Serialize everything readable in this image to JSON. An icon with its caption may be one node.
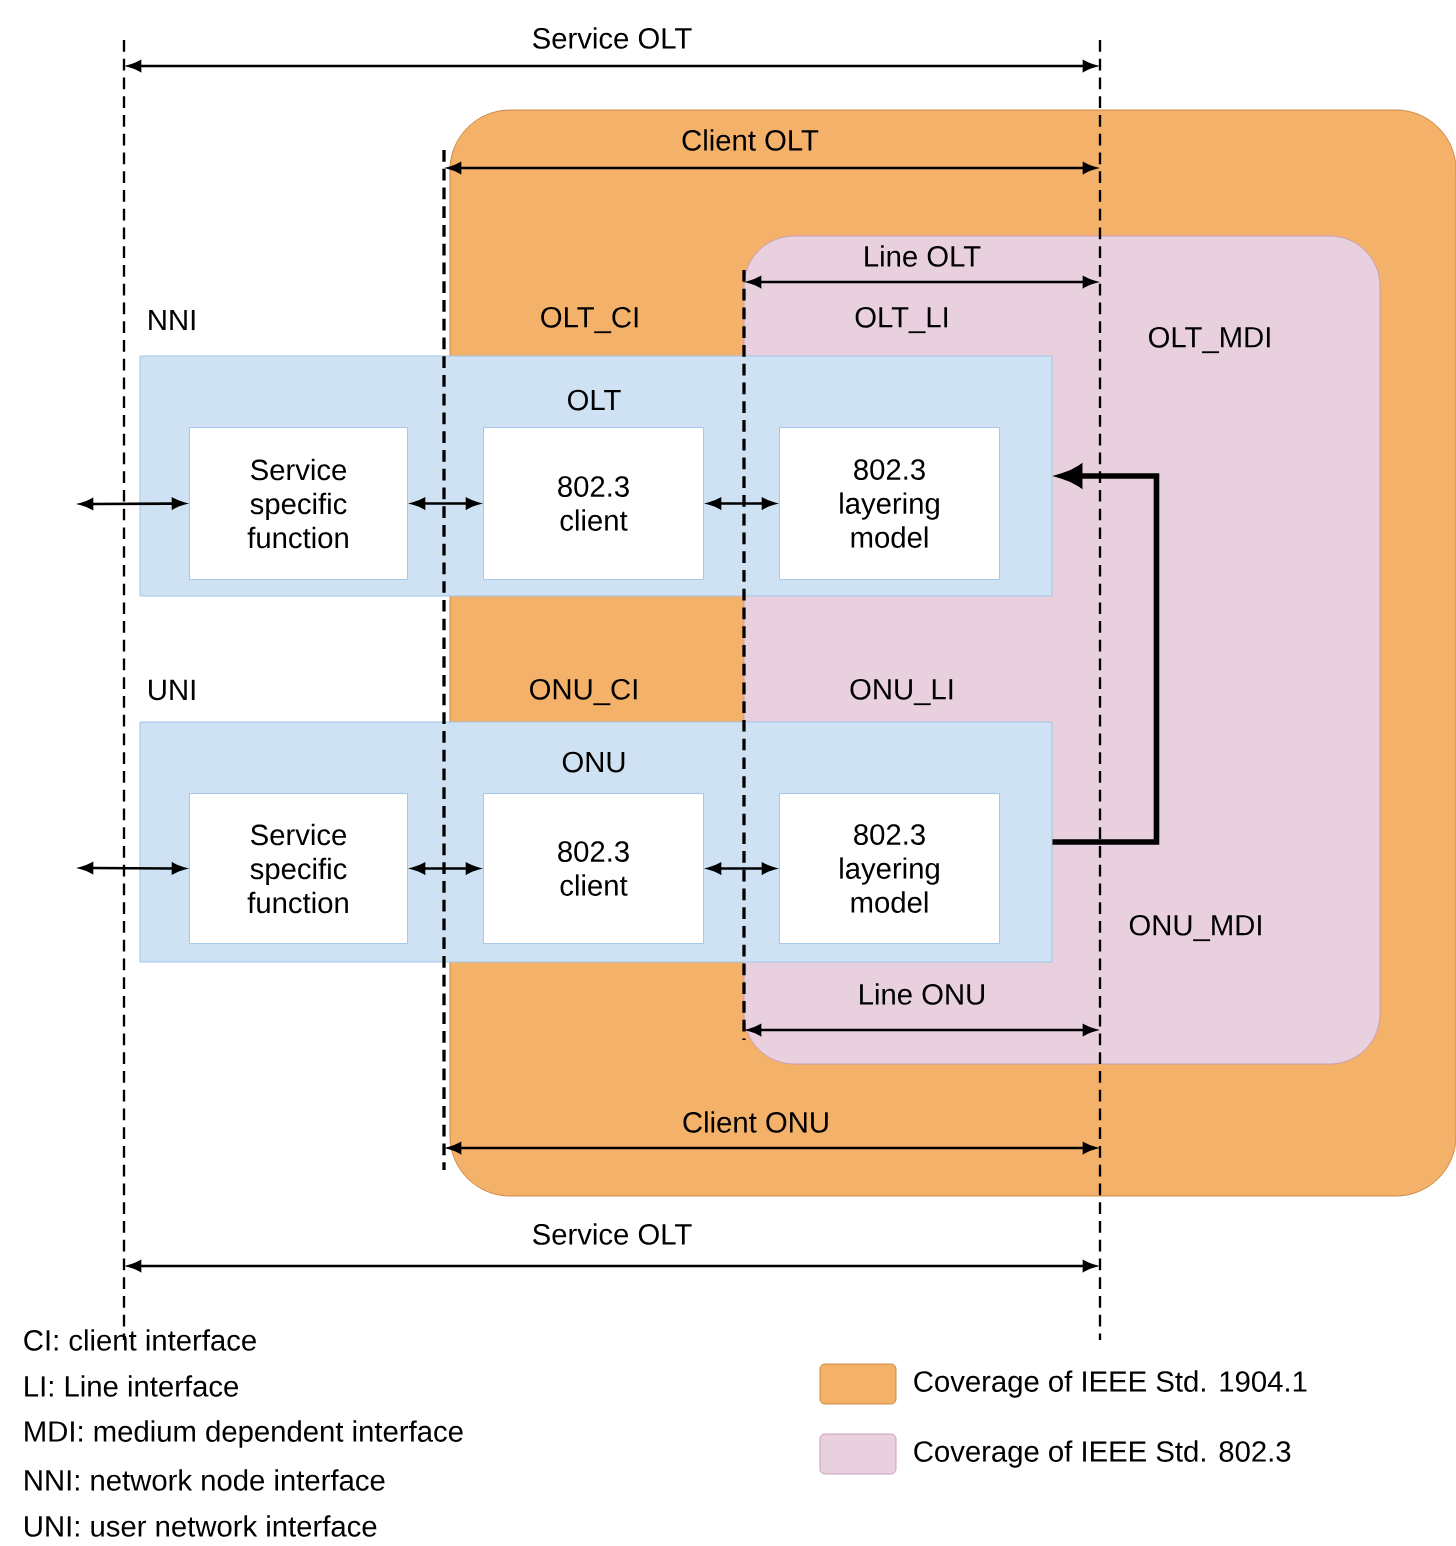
{
  "diagram": {
    "nodes": [
      {
        "text": [
          "OLT"
        ]
      },
      {
        "text": [
          "Service specific function"
        ],
        "in": 0
      },
      {
        "text": [
          "802.3 client"
        ],
        "in": 0
      },
      {
        "text": [
          "802.3 layering model"
        ],
        "in": 0
      },
      {
        "text": [
          "ONU"
        ]
      },
      {
        "text": [
          "Service specific function"
        ],
        "in": 4
      },
      {
        "text": [
          "802.3 client"
        ],
        "in": 4
      },
      {
        "text": [
          "802.3 layering model"
        ],
        "in": 4
      }
    ],
    "edges": [
      {
        "from": null,
        "to": 1,
        "arrow": "both"
      },
      {
        "from": 1,
        "to": 2,
        "arrow": "both"
      },
      {
        "from": 2,
        "to": 3,
        "arrow": "both"
      },
      {
        "from": null,
        "to": 5,
        "arrow": "both"
      },
      {
        "from": 5,
        "to": 6,
        "arrow": "both"
      },
      {
        "from": 6,
        "to": 7,
        "arrow": "both"
      },
      {
        "from": 4,
        "to": 0,
        "arrow": "to",
        "style": "thick"
      }
    ],
    "labels": [
      "Service OLT",
      "Client OLT",
      "Line OLT",
      "NNI",
      "OLT_CI",
      "OLT_LI",
      "OLT_MDI",
      "UNI",
      "ONU_CI",
      "ONU_LI",
      "ONU_MDI",
      "Line ONU",
      "Client ONU",
      "Service OLT",
      "CI: client interface",
      "LI: Line interface",
      "MDI: medium dependent interface",
      "NNI: network node interface",
      "UNI: user network interface"
    ],
    "legend": [
      {
        "text": "Coverage of IEEE Std. 1904.1",
        "color": "#f4b16a"
      },
      {
        "text": "Coverage of IEEE Std. 802.3",
        "color": "#e8d0de"
      }
    ]
  }
}
